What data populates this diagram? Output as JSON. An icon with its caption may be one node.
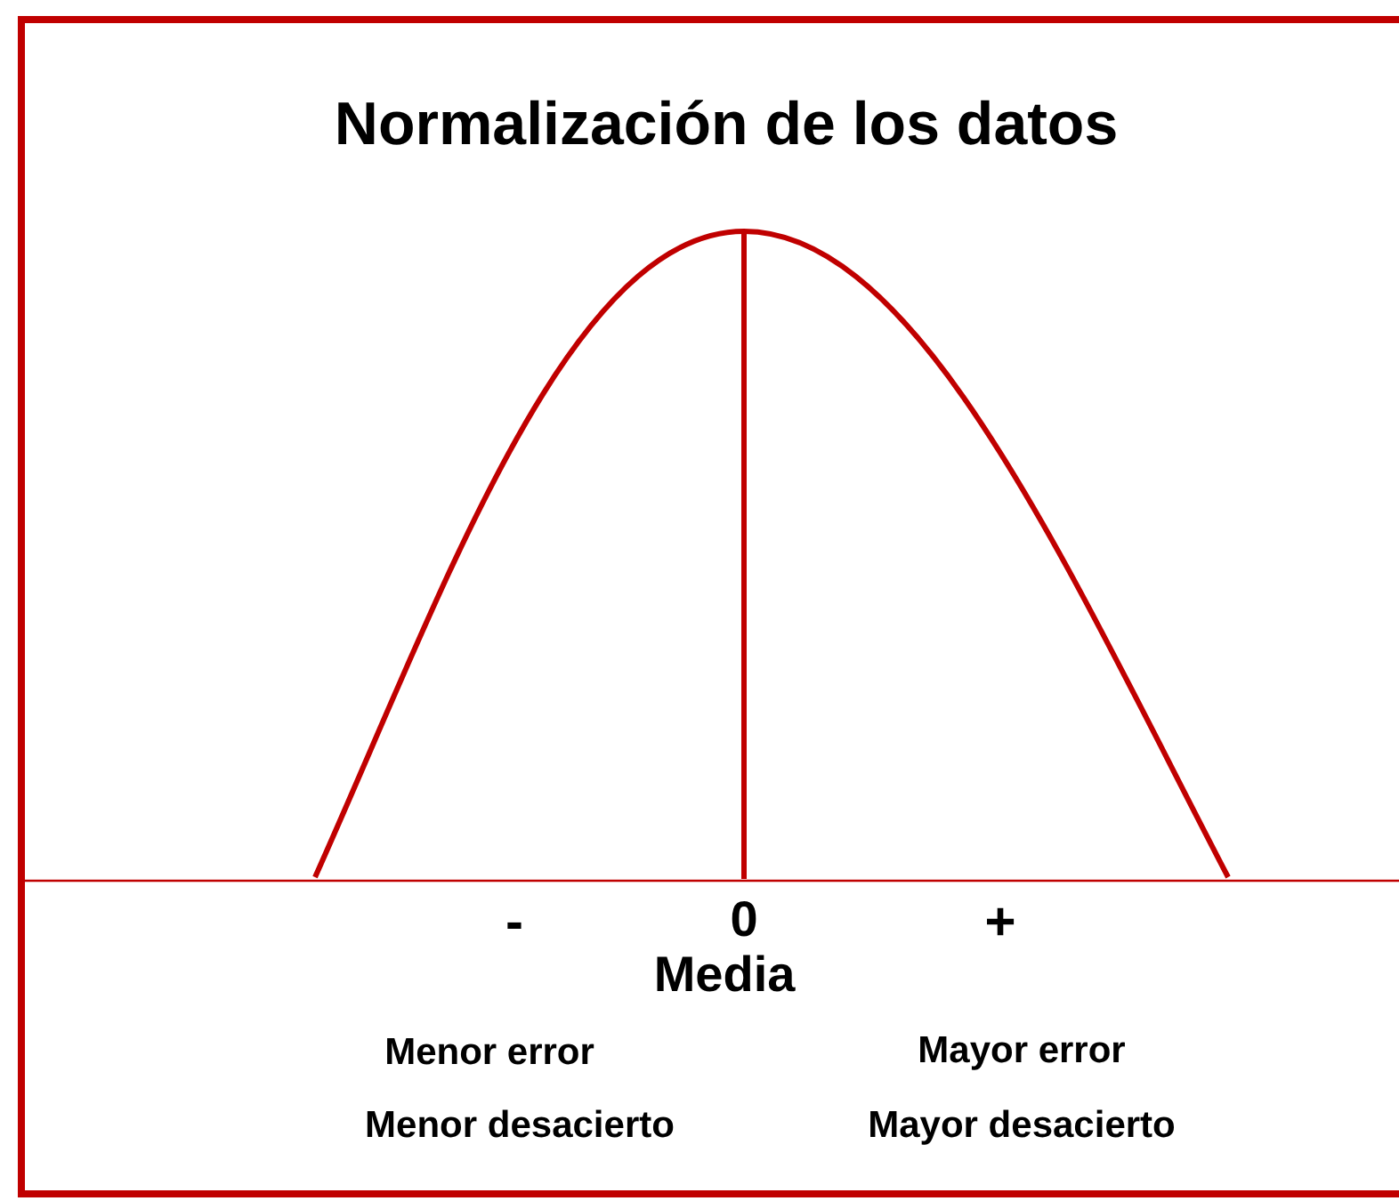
{
  "diagram": {
    "title": "Normalización de los datos",
    "labels": [
      "-",
      "0",
      "+",
      "Media",
      "Menor error",
      "Mayor error",
      "Menor desacierto",
      "Mayor desacierto"
    ]
  }
}
